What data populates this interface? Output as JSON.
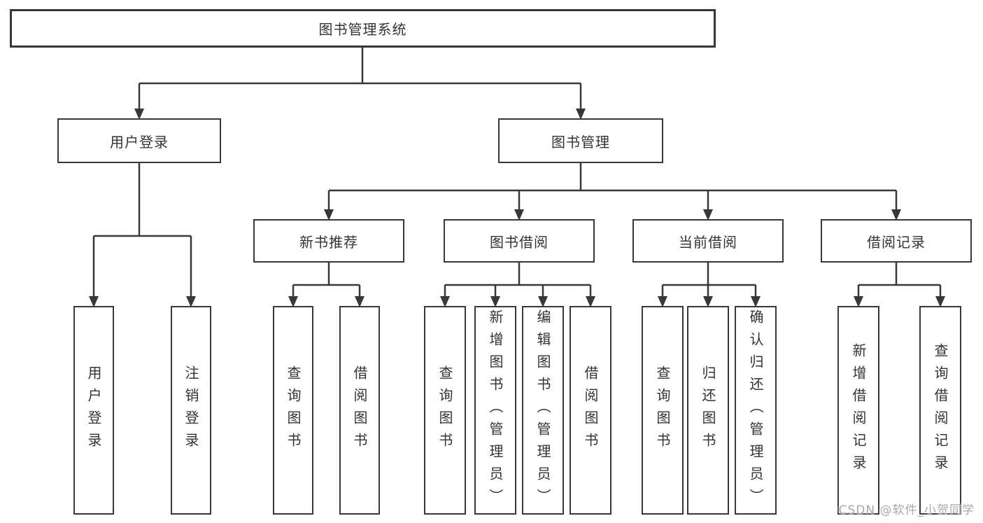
{
  "tree": {
    "root": "图书管理系统",
    "l2": {
      "user_login": "用户登录",
      "book_mgmt": "图书管理"
    },
    "l3": {
      "new_books": "新书推荐",
      "book_borrow": "图书借阅",
      "current_borrow": "当前借阅",
      "borrow_records": "借阅记录"
    },
    "leaves": {
      "user_login": [
        "用户登录",
        "注销登录"
      ],
      "new_books": [
        "查询图书",
        "借阅图书"
      ],
      "book_borrow": [
        "查询图书",
        "新增图书（管理员）",
        "编辑图书（管理员）",
        "借阅图书"
      ],
      "current_borrow": [
        "查询图书",
        "归还图书",
        "确认归还（管理员）"
      ],
      "borrow_records": [
        "新增借阅记录",
        "查询借阅记录"
      ]
    }
  },
  "watermark": "CSDN @软件_小贺同学",
  "colors": {
    "line": "#383838",
    "text": "#333333",
    "watermark": "#a8a8a8",
    "background": "#ffffff"
  }
}
